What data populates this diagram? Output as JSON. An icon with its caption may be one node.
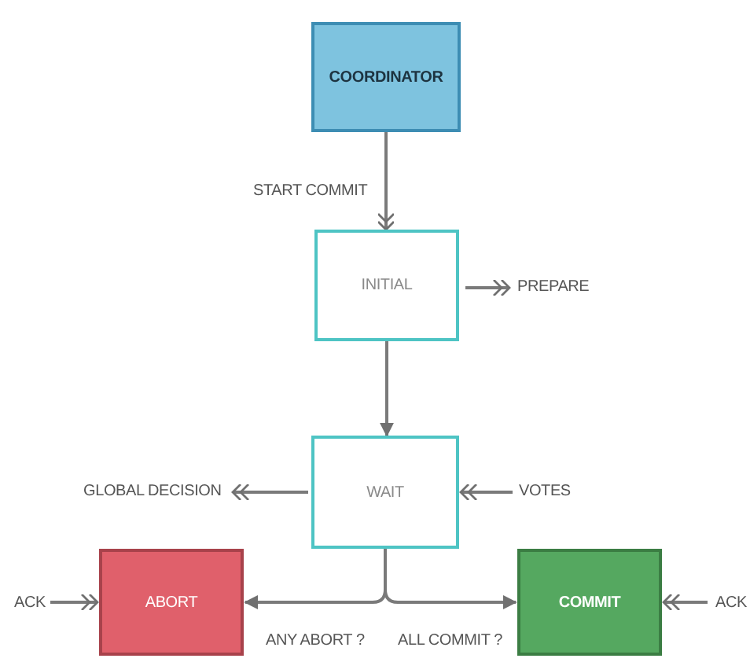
{
  "diagram": {
    "nodes": [
      {
        "text": [
          "COORDINATOR"
        ]
      },
      {
        "text": [
          "INITIAL"
        ]
      },
      {
        "text": [
          "WAIT"
        ]
      },
      {
        "text": [
          "ABORT"
        ]
      },
      {
        "text": [
          "COMMIT"
        ]
      },
      {
        "text": [
          "PREPARE"
        ]
      },
      {
        "text": [
          "GLOBAL DECISION"
        ]
      },
      {
        "text": [
          "VOTES"
        ]
      },
      {
        "text": [
          "ACK"
        ]
      },
      {
        "text": [
          "ACK"
        ]
      }
    ],
    "edges": [
      {
        "from": 0,
        "to": 1,
        "arrow": "to",
        "label": "START COMMIT"
      },
      {
        "from": 1,
        "to": 5,
        "arrow": "to"
      },
      {
        "from": 1,
        "to": 2,
        "arrow": "to"
      },
      {
        "from": 2,
        "to": 6,
        "arrow": "to"
      },
      {
        "from": 7,
        "to": 2,
        "arrow": "to"
      },
      {
        "from": 2,
        "to": 3,
        "arrow": "to",
        "label": "ANY ABORT ?"
      },
      {
        "from": 2,
        "to": 4,
        "arrow": "to",
        "label": "ALL COMMIT ?"
      },
      {
        "from": 8,
        "to": 3,
        "arrow": "to"
      },
      {
        "from": 9,
        "to": 4,
        "arrow": "to"
      }
    ]
  }
}
